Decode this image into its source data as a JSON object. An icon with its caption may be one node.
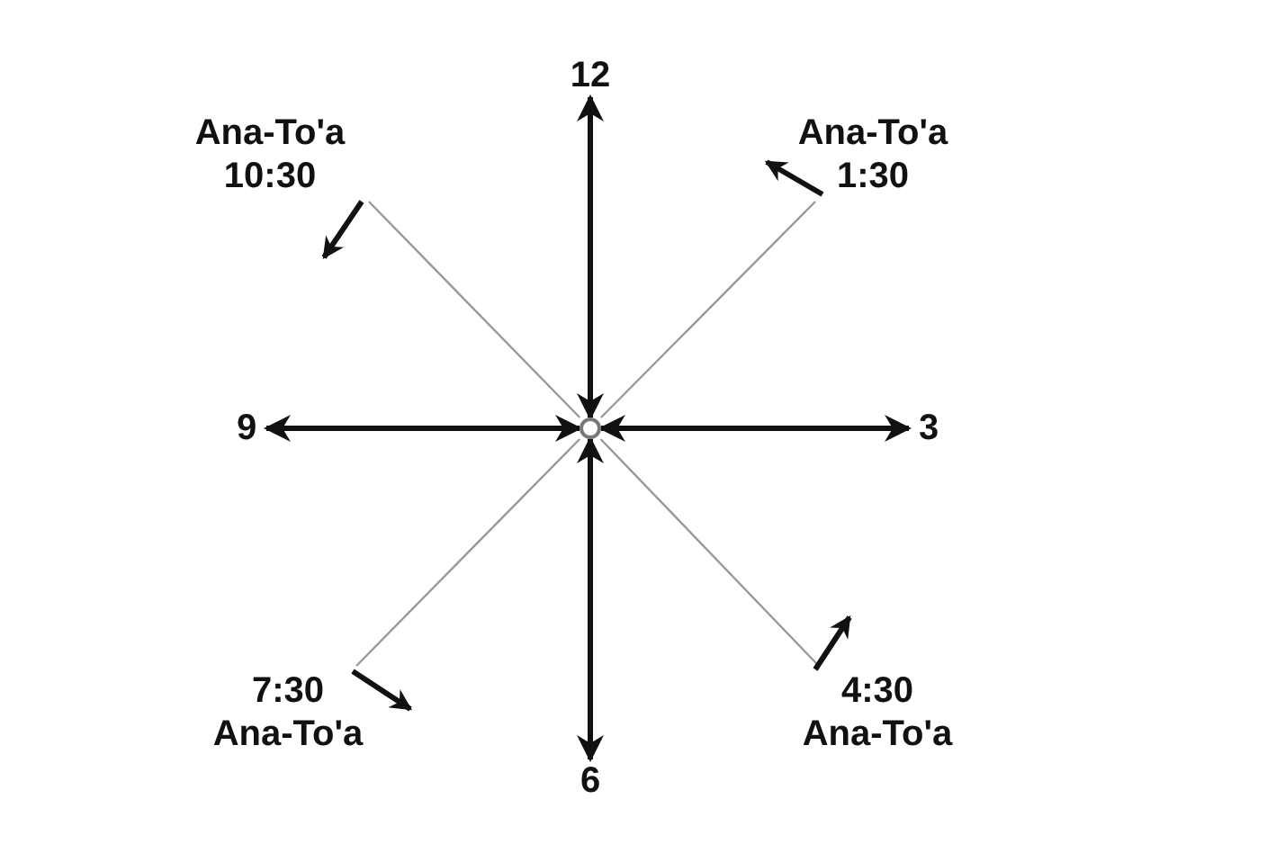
{
  "diagram": {
    "nodes": [
      {
        "text": [],
        "shape": "circle"
      },
      {
        "text": [
          "12"
        ]
      },
      {
        "text": [
          "Ana-To'a",
          "10:30"
        ]
      },
      {
        "text": [
          "Ana-To'a",
          "1:30"
        ]
      },
      {
        "text": [
          "9"
        ]
      },
      {
        "text": [
          "3"
        ]
      },
      {
        "text": [
          "7:30",
          "Ana-To'a"
        ]
      },
      {
        "text": [
          "4:30",
          "Ana-To'a"
        ]
      },
      {
        "text": [
          "6"
        ]
      }
    ],
    "edges": [
      {
        "from": 0,
        "to": 1,
        "arrow": "both",
        "style": "thick"
      },
      {
        "from": 0,
        "to": 2,
        "arrow": "none",
        "color": "#999999"
      },
      {
        "from": 0,
        "to": 3,
        "arrow": "none",
        "color": "#999999"
      },
      {
        "from": 0,
        "to": 4,
        "arrow": "both",
        "style": "thick"
      },
      {
        "from": 0,
        "to": 5,
        "arrow": "both",
        "style": "thick"
      },
      {
        "from": 0,
        "to": 6,
        "arrow": "none",
        "color": "#999999"
      },
      {
        "from": 0,
        "to": 7,
        "arrow": "none",
        "color": "#999999"
      },
      {
        "from": 0,
        "to": 8,
        "arrow": "both",
        "style": "thick"
      }
    ]
  }
}
